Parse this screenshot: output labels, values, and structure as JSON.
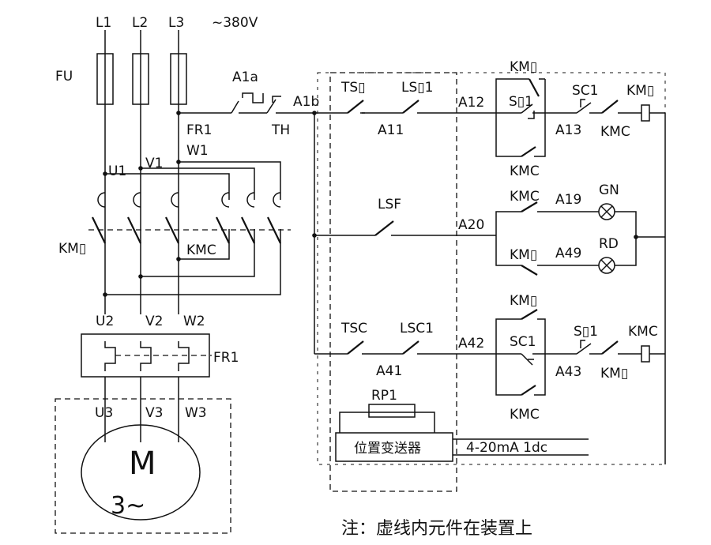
{
  "labels": {
    "l1": "L1",
    "l2": "L2",
    "l3": "L3",
    "voltage": "~380V",
    "fu": "FU",
    "a1a": "A1a",
    "a1b": "A1b",
    "fr1_top": "FR1",
    "w1": "W1",
    "th": "TH",
    "u1": "U1",
    "v1": "V1",
    "km_left": "KM▯",
    "kmc_mid": "KMC",
    "u2": "U2",
    "v2": "V2",
    "w2": "W2",
    "fr1_mid": "FR1",
    "u3": "U3",
    "v3": "V3",
    "w3": "W3",
    "motor_m": "M",
    "motor_3": "3~",
    "ts": "TS▯",
    "ls1": "LS▯1",
    "a11": "A11",
    "lsf": "LSF",
    "tsc": "TSC",
    "lsc1": "LSC1",
    "a41": "A41",
    "rp1": "RP1",
    "transmitter": "位置变送器",
    "signal": "4-20mA  1dc",
    "a12": "A12",
    "a20": "A20",
    "a42": "A42",
    "km_r1": "KM▯",
    "s1_top": "S▯1",
    "sc1_top": "SC1",
    "km_r2": "KM▯",
    "a13": "A13",
    "kmc_r1": "KMC",
    "kmc_r2": "KMC",
    "kmc_r3": "KMC",
    "a19": "A19",
    "gn": "GN",
    "km_r3": "KM▯",
    "a49": "A49",
    "rd": "RD",
    "km_r4": "KM▯",
    "sc1_bot": "SC1",
    "s1_bot": "S▯1",
    "kmc_r4": "KMC",
    "a43": "A43",
    "km_r5": "KM▯",
    "kmc_r5": "KMC",
    "footnote": "注：虚线内元件在装置上"
  }
}
